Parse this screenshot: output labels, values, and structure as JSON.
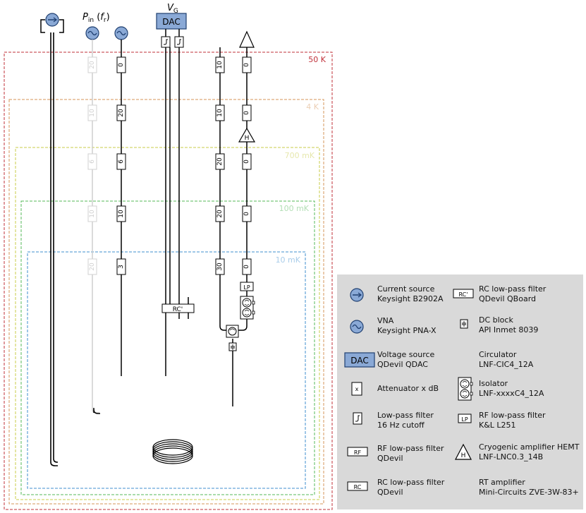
{
  "stages": [
    {
      "label": "50 K",
      "color": "#c0313a"
    },
    {
      "label": "4 K",
      "color": "#d4945a"
    },
    {
      "label": "700 mK",
      "color": "#c9cc4a"
    },
    {
      "label": "100 mK",
      "color": "#55b85a"
    },
    {
      "label": "10 mK",
      "color": "#3f8fcf"
    }
  ],
  "top_labels": {
    "vna_power": "P",
    "vna_power_sub": "in",
    "vna_power_arg": "f",
    "vna_power_arg_sub": "r",
    "dac_voltage": "V",
    "dac_voltage_sub": "G",
    "dac_box": "DAC"
  },
  "attenuators": {
    "faded_line": [
      "20",
      "10",
      "6",
      "10",
      "20"
    ],
    "vna_line": [
      "0",
      "20",
      "6",
      "10",
      "3"
    ],
    "output_line_a": [
      "10",
      "10",
      "20",
      "20",
      "30"
    ],
    "output_line_b": [
      "0",
      "0",
      "0",
      "0",
      "0"
    ]
  },
  "inline_labels": {
    "rc_prime": "RC'",
    "lp": "LP",
    "hemt": "H"
  },
  "legend": {
    "col1": [
      {
        "icon": "current-source-icon",
        "lines": [
          "Current source",
          "Keysight B2902A"
        ]
      },
      {
        "icon": "vna-icon",
        "lines": [
          "VNA",
          "Keysight PNA-X"
        ]
      },
      {
        "icon": "dac-icon",
        "icon_text": "DAC",
        "lines": [
          "Voltage source",
          "QDevil QDAC"
        ]
      },
      {
        "icon": "attenuator-icon",
        "icon_text": "x",
        "lines": [
          "Attenuator x dB"
        ]
      },
      {
        "icon": "low-pass-filter-icon",
        "lines": [
          "Low-pass filter",
          "16 Hz cutoff"
        ]
      },
      {
        "icon": "rf-filter-icon",
        "icon_text": "RF",
        "lines": [
          "RF low-pass filter",
          "QDevil"
        ]
      },
      {
        "icon": "rc-filter-icon",
        "icon_text": "RC",
        "lines": [
          "RC low-pass filter",
          "QDevil"
        ]
      }
    ],
    "col2": [
      {
        "icon": "rc-prime-filter-icon",
        "icon_text": "RC'",
        "lines": [
          "RC low-pass filter",
          "QDevil QBoard"
        ]
      },
      {
        "icon": "dc-block-icon",
        "lines": [
          "DC block",
          "API Inmet 8039"
        ]
      },
      {
        "icon": "circulator-icon",
        "lines": [
          "Circulator",
          "LNF-CIC4_12A"
        ]
      },
      {
        "icon": "isolator-icon",
        "lines": [
          "Isolator",
          "LNF-xxxxC4_12A"
        ]
      },
      {
        "icon": "rf-lp-filter-icon",
        "icon_text": "LP",
        "lines": [
          "RF low-pass filter",
          "K&L L251"
        ]
      },
      {
        "icon": "hemt-icon",
        "icon_text": "H",
        "lines": [
          "Cryogenic amplifier HEMT",
          "LNF-LNC0.3_14B"
        ]
      },
      {
        "icon": "rt-amplifier-icon",
        "lines": [
          "RT amplifier",
          "Mini-Circuits ZVE-3W-83+"
        ]
      }
    ]
  },
  "colors": {
    "source_fill": "#8aa9d6",
    "source_stroke": "#1f3f70",
    "faded": "#c8c8c8",
    "panel": "#d9d9d9"
  }
}
